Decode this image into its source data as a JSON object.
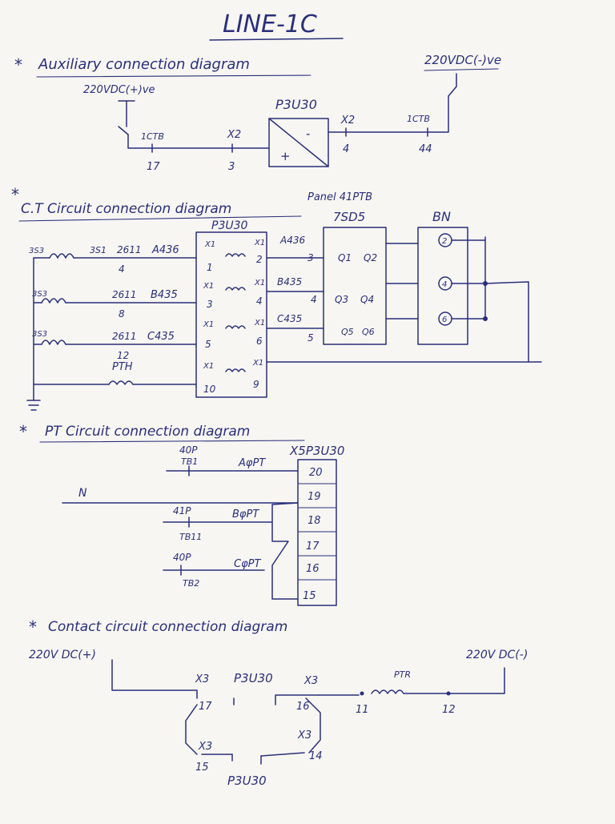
{
  "title": "LINE-1C",
  "sections": {
    "aux": {
      "heading": "Auxiliary connection diagram",
      "dc_pos": "220VDC(+)ve",
      "dc_neg": "220VDC(-)ve",
      "relay": "P3U30",
      "tb_left": "1CTB",
      "tb_left_num": "17",
      "x2_left": "X2",
      "x2_left_num": "3",
      "x2_right": "X2",
      "x2_right_num": "4",
      "tb_right": "1CTB",
      "tb_right_num": "44",
      "plus": "+",
      "minus": "-"
    },
    "ct": {
      "heading": "C.T Circuit connection diagram",
      "panel": "Panel 41PTB",
      "relay": "P3U30",
      "device": "7SD5",
      "bn": "BN",
      "rows": [
        {
          "core": "3S3",
          "s1": "3S1",
          "mark": "2611",
          "ferrule": "A436",
          "mark_num": "4",
          "x1a": "X1",
          "pa": "1",
          "x1b": "X1",
          "pb": "2",
          "lbl": "A436",
          "term": "3",
          "qa": "Q1",
          "qb": "Q2",
          "node": "2"
        },
        {
          "core": "3S3",
          "s1": "",
          "mark": "2611",
          "ferrule": "B435",
          "mark_num": "8",
          "x1a": "X1",
          "pa": "3",
          "x1b": "X1",
          "pb": "4",
          "lbl": "B435",
          "term": "4",
          "qa": "Q3",
          "qb": "Q4",
          "node": "4"
        },
        {
          "core": "3S3",
          "s1": "",
          "mark": "2611",
          "ferrule": "C435",
          "mark_num": "12",
          "x1a": "X1",
          "pa": "5",
          "x1b": "X1",
          "pb": "6",
          "lbl": "C435",
          "term": "5",
          "qa": "Q5",
          "qb": "Q6",
          "node": "6"
        },
        {
          "core": "",
          "s1": "",
          "mark": "",
          "ferrule": "PTH",
          "mark_num": "",
          "x1a": "X1",
          "pa": "10",
          "x1b": "X1",
          "pb": "9",
          "lbl": "",
          "term": "",
          "qa": "",
          "qb": "",
          "node": ""
        }
      ]
    },
    "pt": {
      "heading": "PT Circuit connection diagram",
      "relay_lbl": "X5P3U30",
      "n_label": "N",
      "a_tb_num": "40P",
      "a_tb": "TB1",
      "a_phase": "AφPT",
      "b_tb_num": "41P",
      "b_tb": "TB11",
      "b_phase": "BφPT",
      "c_tb_num": "40P",
      "c_tb": "TB2",
      "c_phase": "CφPT",
      "terminals": [
        "20",
        "19",
        "18",
        "17",
        "16",
        "15"
      ]
    },
    "contact": {
      "heading": "Contact circuit connection diagram",
      "dc_pos": "220V DC(+)",
      "dc_neg": "220V DC(-)",
      "x3_a": "X3",
      "relay": "P3U30",
      "x3_b": "X3",
      "n17": "17",
      "n16": "16",
      "ptr": "PTR",
      "n11": "11",
      "n12": "12",
      "x3_c": "X3",
      "n15": "15",
      "x3_d": "X3",
      "n14": "14",
      "relay2": "P3U30"
    }
  }
}
